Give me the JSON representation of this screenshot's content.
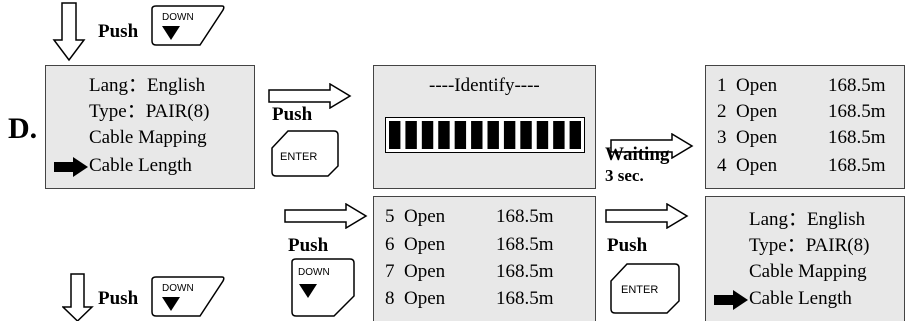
{
  "section_label": "D.",
  "push_label": "Push",
  "down_label": "DOWN",
  "enter_label": "ENTER",
  "waiting_label": "Waiting",
  "waiting_time": "3 sec.",
  "menu_screen": {
    "lang": "Lang：English",
    "type": "Type：PAIR(8)",
    "mapping": "Cable Mapping",
    "length": "Cable Length"
  },
  "identify_screen": {
    "title": "----Identify----"
  },
  "results_screen_1": [
    {
      "pair": "1",
      "status": "Open",
      "value": "168.5m"
    },
    {
      "pair": "2",
      "status": "Open",
      "value": "168.5m"
    },
    {
      "pair": "3",
      "status": "Open",
      "value": "168.5m"
    },
    {
      "pair": "4",
      "status": "Open",
      "value": "168.5m"
    }
  ],
  "results_screen_2": [
    {
      "pair": "5",
      "status": "Open",
      "value": "168.5m"
    },
    {
      "pair": "6",
      "status": "Open",
      "value": "168.5m"
    },
    {
      "pair": "7",
      "status": "Open",
      "value": "168.5m"
    },
    {
      "pair": "8",
      "status": "Open",
      "value": "168.5m"
    }
  ]
}
